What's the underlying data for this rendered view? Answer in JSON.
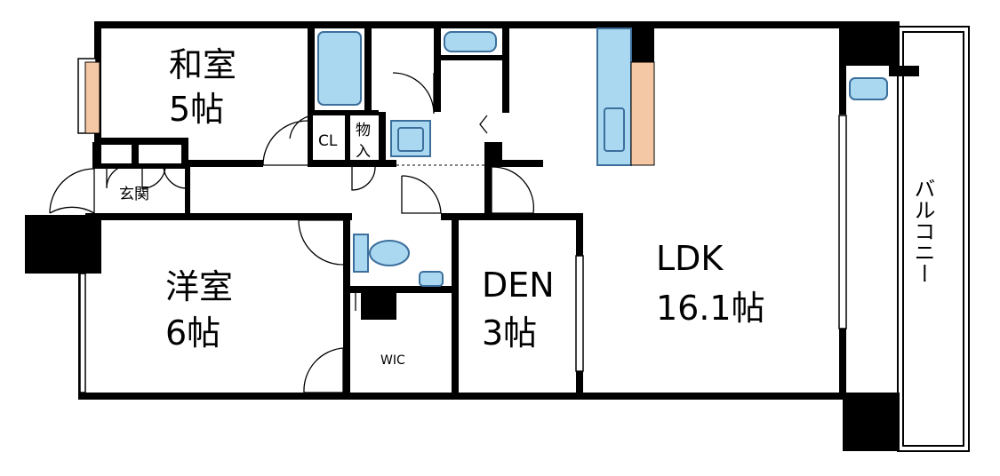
{
  "rooms": {
    "washitsu": {
      "name": "和室",
      "size": "5帖"
    },
    "yoshitsu": {
      "name": "洋室",
      "size": "6帖"
    },
    "den": {
      "name": "DEN",
      "size": "3帖"
    },
    "ldk": {
      "name": "LDK",
      "size": "16.1帖"
    },
    "genkan": "玄関",
    "closet": "CL",
    "storage": "物入",
    "wic": "WIC",
    "balcony": "バルコニー"
  },
  "colors": {
    "wall": "#000000",
    "fixture_fill": "#a9d8f0",
    "fixture_stroke": "#3c6f9c",
    "counter_fill": "#a9d8f0",
    "tatami_accent": "#f4c8a4",
    "kitchen_accent": "#f4c8a4"
  }
}
